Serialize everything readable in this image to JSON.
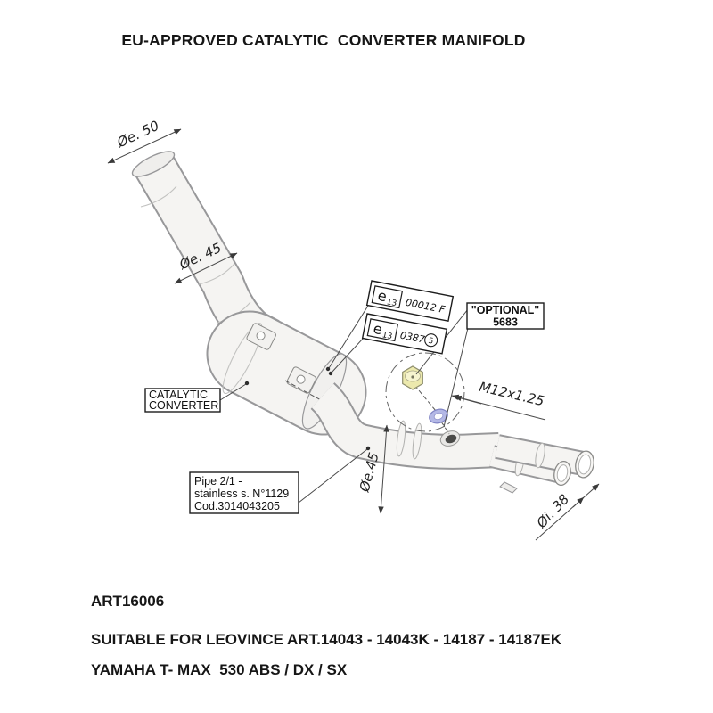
{
  "title": "EU-APPROVED CATALYTIC  CONVERTER MANIFOLD",
  "diagram": {
    "dims": {
      "inlet": "Øe. 50",
      "mid": "Øe. 45",
      "rear": "Øe.45",
      "outlet": "Øi. 38",
      "thread": "M12x1.25"
    },
    "homologation": {
      "mark_letter": "e",
      "mark_number": "13",
      "code_top": "00012 F",
      "code_bottom": "0387",
      "code_bottom_circled": "5"
    },
    "optional": {
      "label": "\"OPTIONAL\"",
      "code": "5683"
    },
    "catalytic_label": {
      "line1": "CATALYTIC",
      "line2": "CONVERTER"
    },
    "pipe_label": {
      "line1": "Pipe 2/1 -",
      "line2": "stainless s. N°1129",
      "line3": "Cod.3014043205"
    },
    "colors": {
      "bolt": "#ece9ad",
      "washer": "#b4b8e6",
      "pipe": "#f5f4f2"
    }
  },
  "footer": {
    "art_code": "ART16006",
    "compatibility": "SUITABLE FOR LEOVINCE ART.14043 - 14043K - 14187 - 14187EK",
    "vehicle": "YAMAHA T- MAX  530 ABS / DX / SX"
  }
}
